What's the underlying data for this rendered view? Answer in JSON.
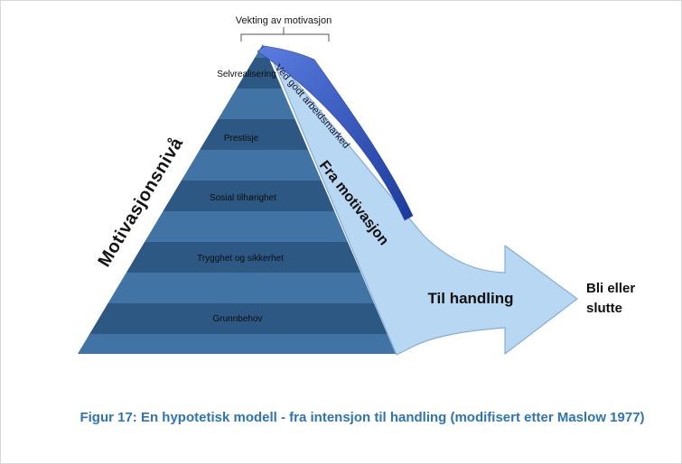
{
  "figure": {
    "top_bracket_label": "Vekting av motivasjon",
    "pyramid": {
      "axis_label": "Motivasjonsnivå",
      "levels": [
        "Selvrealisering",
        "Prestisje",
        "Sosial tilhørighet",
        "Trygghet og sikkerhet",
        "Grunnbehov"
      ]
    },
    "dark_arrow_label": "Ved godt arbeidsmarked",
    "flow_labels": {
      "diagonal": "Fra motivasjon",
      "horizontal": "Til handling"
    },
    "outcome": {
      "line1": "Bli eller",
      "line2": "slutte"
    },
    "caption": "Figur 17: En hypotetisk modell - fra intensjon til handling (modifisert etter Maslow 1977)"
  },
  "colors": {
    "pyramid_dark": "#2c5883",
    "pyramid_light": "#4174a4",
    "dark_arrow_start": "#5b7de0",
    "dark_arrow_end": "#1b3a9c",
    "flow_arrow_fill": "#b7d7f2",
    "flow_arrow_border": "#85aed6",
    "caption_color": "#2e74b5"
  }
}
